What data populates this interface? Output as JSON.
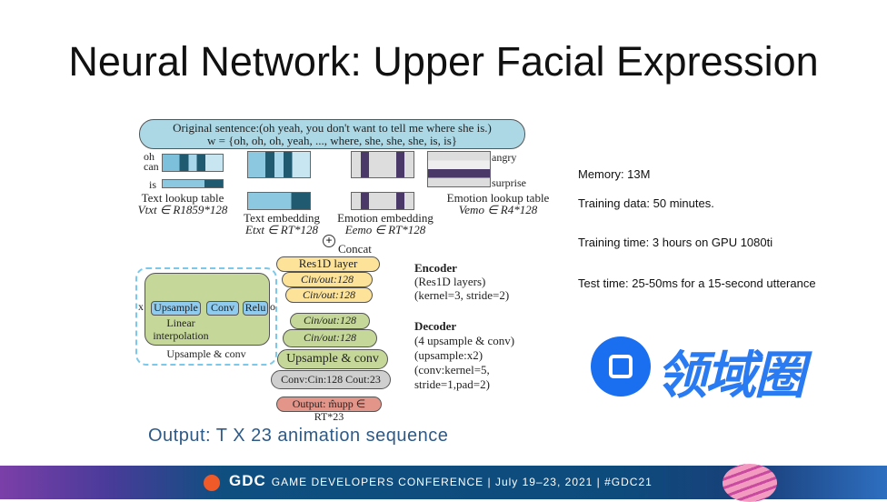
{
  "slide": {
    "title": "Neural Network: Upper Facial Expression",
    "caption": "Output: T X 23 animation sequence"
  },
  "notes": [
    "Memory: 13M",
    "Training data: 50 minutes.",
    "Training time: 3 hours on GPU 1080ti",
    "Test time: 25-50ms for a 15-second utterance"
  ],
  "diagram": {
    "sentence_line1": "Original sentence:(oh yeah, you don't want to tell me where she is.)",
    "sentence_line2": "w = {oh, oh, oh, yeah,  ...,  where, she, she, she, is, is}",
    "word_oh": "oh",
    "word_can": "can",
    "word_is": "is",
    "text_lookup": "Text lookup table",
    "text_lookup_math": "Vtxt ∈ R1859*128",
    "text_embedding": "Text embedding",
    "text_embedding_math": "Etxt ∈ RT*128",
    "emotion_embedding": "Emotion embedding",
    "emotion_embedding_math": "Eemo ∈ RT*128",
    "emotion_lookup": "Emotion lookup table",
    "emotion_lookup_math": "Vemo ∈ R4*128",
    "angry": "angry",
    "surprise": "surprise",
    "concat": "Concat",
    "res1d": "Res1D layer",
    "cin1": "Cin/out:128",
    "cin2": "Cin/out:128",
    "cin3": "Cin/out:128",
    "cin4": "Cin/out:128",
    "upsample_conv": "Upsample & conv",
    "conv": "Conv:Cin:128 Cout:23",
    "output": "Output: m̂upp ∈ RT*23",
    "encoder": "Encoder",
    "encoder_detail1": "(Res1D layers)",
    "encoder_detail2": "(kernel=3, stride=2)",
    "decoder": "Decoder",
    "decoder_detail1": "(4 upsample & conv)",
    "decoder_detail2": "(upsample:x2)",
    "decoder_detail3": "(conv:kernel=5,",
    "decoder_detail4": "stride=1,pad=2)",
    "inset_x": "x",
    "inset_o": "o",
    "inset_upsample": "Upsample",
    "inset_conv": "Conv",
    "inset_relu": "Relu",
    "inset_linear": "Linear interpolation",
    "inset_title": "Upsample & conv"
  },
  "watermark": "领域圈",
  "footer": {
    "logo": "GDC",
    "conference": "GAME DEVELOPERS CONFERENCE  |  July 19–23, 2021  |  #GDC21"
  }
}
